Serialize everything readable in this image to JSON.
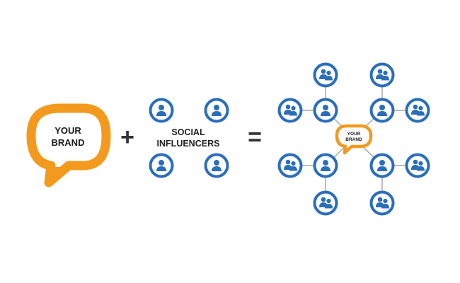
{
  "brand": {
    "line1": "YOUR",
    "line2": "BRAND"
  },
  "operators": {
    "plus": "+",
    "equals": "="
  },
  "influencers": {
    "line1": "SOCIAL",
    "line2": "INFLUENCERS"
  },
  "network_brand": {
    "line1": "YOUR",
    "line2": "BRAND"
  },
  "icons": {
    "person": "person-icon",
    "group": "group-icon",
    "speech_bubble": "speech-bubble-icon"
  },
  "colors": {
    "brand_orange": "#F39A1E",
    "node_blue": "#2A6EBB",
    "line_gray": "#A9A9A9",
    "text_dark": "#1a1a1a"
  }
}
